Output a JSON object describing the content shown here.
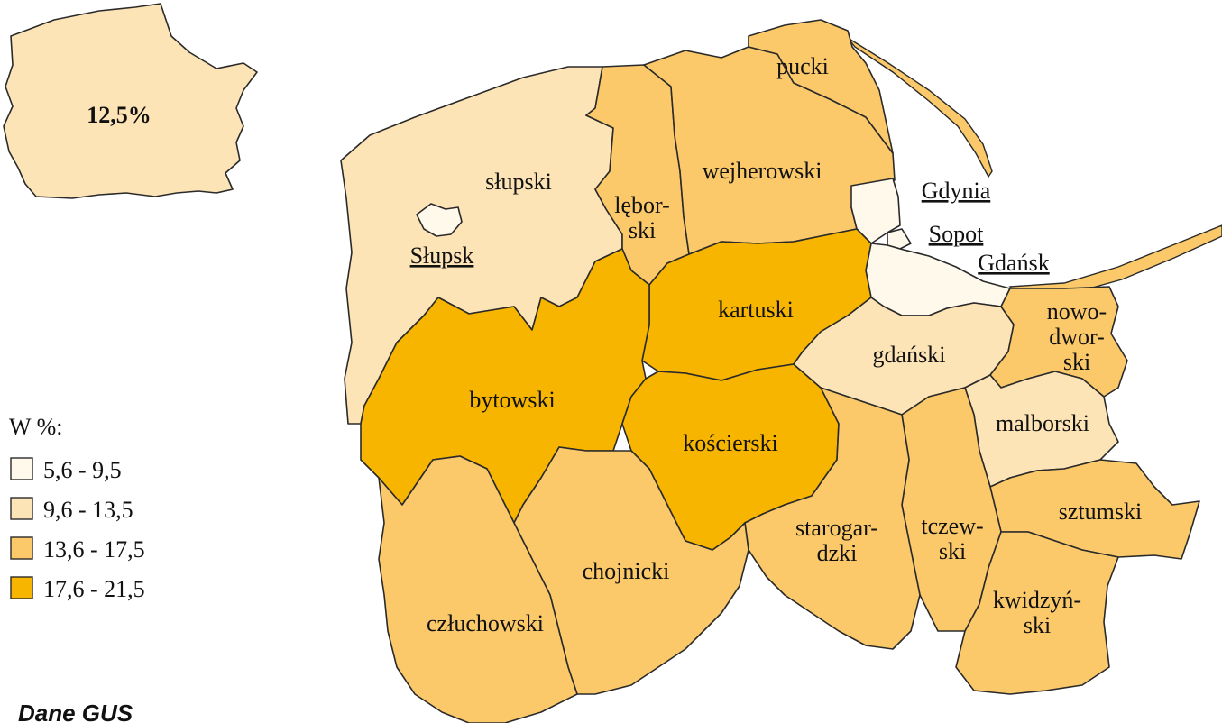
{
  "inset": {
    "value": "12,5%"
  },
  "legend": {
    "title": "W %:",
    "classes": [
      {
        "label": "5,6 -  9,5",
        "color": "#fff9ec"
      },
      {
        "label": "9,6 - 13,5",
        "color": "#fde4b6"
      },
      {
        "label": "13,6 - 17,5",
        "color": "#fbc96a"
      },
      {
        "label": "17,6 - 21,5",
        "color": "#f7b500"
      }
    ]
  },
  "districts": [
    {
      "name": "słupski",
      "class": 1
    },
    {
      "name": "lębor-\nski",
      "class": 2
    },
    {
      "name": "wejherowski",
      "class": 2
    },
    {
      "name": "pucki",
      "class": 2
    },
    {
      "name": "Gdynia",
      "class": 0,
      "city": true
    },
    {
      "name": "Sopot",
      "class": 0,
      "city": true
    },
    {
      "name": "Gdańsk",
      "class": 0,
      "city": true
    },
    {
      "name": "Słupsk",
      "class": 0,
      "city": true
    },
    {
      "name": "kartuski",
      "class": 3
    },
    {
      "name": "bytowski",
      "class": 3
    },
    {
      "name": "kościerski",
      "class": 3
    },
    {
      "name": "gdański",
      "class": 1
    },
    {
      "name": "nowo-\ndwor-\nski",
      "class": 2
    },
    {
      "name": "malborski",
      "class": 1
    },
    {
      "name": "sztumski",
      "class": 2
    },
    {
      "name": "tczew-\nski",
      "class": 2
    },
    {
      "name": "starogar-\ndzki",
      "class": 2
    },
    {
      "name": "kwidzyń-\nski",
      "class": 2
    },
    {
      "name": "chojnicki",
      "class": 2
    },
    {
      "name": "człuchowski",
      "class": 2
    }
  ],
  "source": "Dane GUS"
}
